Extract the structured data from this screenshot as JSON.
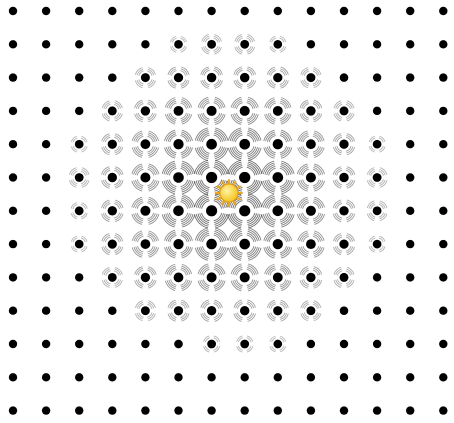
{
  "grid": {
    "columns": 14,
    "rows": 13
  },
  "colors": {
    "background": "#ffffff",
    "dot": "#000000",
    "ray": "#4a4a4a",
    "sun_core": "#f3c21b",
    "sun_core_highlight": "#fff3a3",
    "sun_rays": "#f0a81a"
  },
  "icons": {
    "dot": "filled-circle",
    "ray_ring": "radial-ray-burst",
    "center": "sun-icon"
  }
}
